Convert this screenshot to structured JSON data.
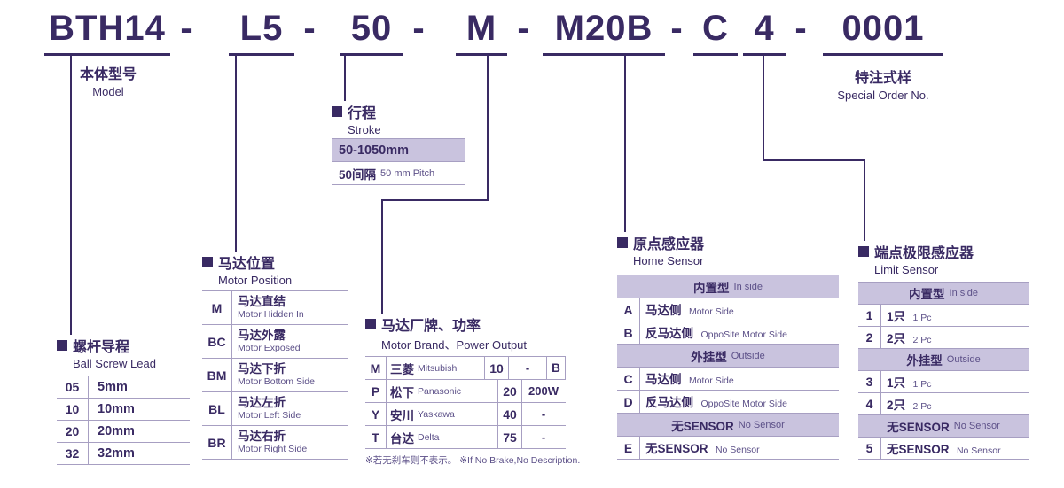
{
  "colors": {
    "ink": "#392a63",
    "lavender": "#c9c3de",
    "border": "#a79fc2"
  },
  "model": {
    "segments": [
      "BTH14",
      "L5",
      "50",
      "M",
      "M20B",
      "C",
      "4",
      "0001"
    ],
    "dash": "-"
  },
  "model_label": {
    "zh": "本体型号",
    "en": "Model"
  },
  "special_label": {
    "zh": "特注式样",
    "en": "Special Order No."
  },
  "stroke": {
    "title_zh": "行程",
    "title_en": "Stroke",
    "range": "50-1050mm",
    "pitch_zh": "50间隔",
    "pitch_en": "50 mm Pitch"
  },
  "motor_position": {
    "title_zh": "马达位置",
    "title_en": "Motor Position",
    "rows": [
      {
        "code": "M",
        "zh": "马达直结",
        "en": "Motor Hidden In"
      },
      {
        "code": "BC",
        "zh": "马达外露",
        "en": "Motor Exposed"
      },
      {
        "code": "BM",
        "zh": "马达下折",
        "en": "Motor Bottom Side"
      },
      {
        "code": "BL",
        "zh": "马达左折",
        "en": "Motor Left Side"
      },
      {
        "code": "BR",
        "zh": "马达右折",
        "en": "Motor Right Side"
      }
    ]
  },
  "ball_screw_lead": {
    "title_zh": "螺杆导程",
    "title_en": "Ball Screw Lead",
    "rows": [
      {
        "code": "05",
        "value": "5mm"
      },
      {
        "code": "10",
        "value": "10mm"
      },
      {
        "code": "20",
        "value": "20mm"
      },
      {
        "code": "32",
        "value": "32mm"
      }
    ]
  },
  "motor_brand": {
    "title_zh": "马达厂牌、功率",
    "title_en": "Motor Brand、Power Output",
    "rows": [
      {
        "code": "M",
        "zh": "三菱",
        "en": "Mitsubishi",
        "power_code": "10",
        "power": "-",
        "brake": "B"
      },
      {
        "code": "P",
        "zh": "松下",
        "en": "Panasonic",
        "power_code": "20",
        "power": "200W",
        "brake": ""
      },
      {
        "code": "Y",
        "zh": "安川",
        "en": "Yaskawa",
        "power_code": "40",
        "power": "-",
        "brake": ""
      },
      {
        "code": "T",
        "zh": "台达",
        "en": "Delta",
        "power_code": "75",
        "power": "-",
        "brake": ""
      }
    ],
    "footnote_zh": "※若无刹车则不表示。",
    "footnote_en": "※If No Brake,No Description."
  },
  "home_sensor": {
    "title_zh": "原点感应器",
    "title_en": "Home Sensor",
    "groups": [
      {
        "header_zh": "内置型",
        "header_en": "In side",
        "rows": [
          {
            "code": "A",
            "zh": "马达侧",
            "en": "Motor Side"
          },
          {
            "code": "B",
            "zh": "反马达侧",
            "en": "OppoSite Motor Side"
          }
        ]
      },
      {
        "header_zh": "外挂型",
        "header_en": "Outside",
        "rows": [
          {
            "code": "C",
            "zh": "马达侧",
            "en": "Motor Side"
          },
          {
            "code": "D",
            "zh": "反马达侧",
            "en": "OppoSite Motor Side"
          }
        ]
      },
      {
        "header_zh": "无SENSOR",
        "header_en": "No Sensor",
        "rows": [
          {
            "code": "E",
            "zh": "无SENSOR",
            "en": "No Sensor"
          }
        ]
      }
    ]
  },
  "limit_sensor": {
    "title_zh": "端点极限感应器",
    "title_en": "Limit Sensor",
    "groups": [
      {
        "header_zh": "内置型",
        "header_en": "In side",
        "rows": [
          {
            "code": "1",
            "zh": "1只",
            "en": "1 Pc"
          },
          {
            "code": "2",
            "zh": "2只",
            "en": "2 Pc"
          }
        ]
      },
      {
        "header_zh": "外挂型",
        "header_en": "Outside",
        "rows": [
          {
            "code": "3",
            "zh": "1只",
            "en": "1 Pc"
          },
          {
            "code": "4",
            "zh": "2只",
            "en": "2 Pc"
          }
        ]
      },
      {
        "header_zh": "无SENSOR",
        "header_en": "No Sensor",
        "rows": [
          {
            "code": "5",
            "zh": "无SENSOR",
            "en": "No Sensor"
          }
        ]
      }
    ]
  }
}
